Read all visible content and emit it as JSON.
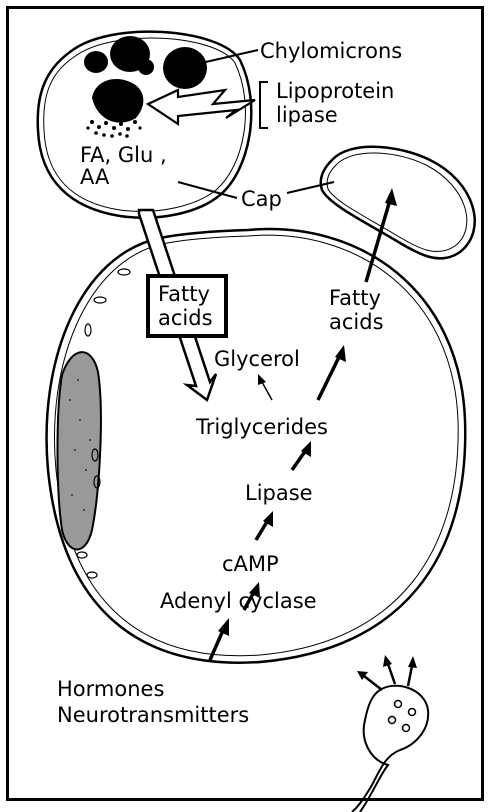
{
  "labels": {
    "chylomicrons": "Chylomicrons",
    "lipoprotein_1": "Lipoprotein",
    "lipoprotein_2": "lipase",
    "fa_glu": "FA, Glu ,",
    "aa": "AA",
    "cap": "Cap",
    "fatty_acids_in_1": "Fatty",
    "fatty_acids_in_2": "acids",
    "fatty_acids_out_1": "Fatty",
    "fatty_acids_out_2": "acids",
    "glycerol": "Glycerol",
    "triglycerides": "Triglycerides",
    "lipase": "Lipase",
    "camp": "cAMP",
    "adenyl_cyclase": "Adenyl cyclase",
    "hormones": "Hormones",
    "neurotransmitters": "Neurotransmitters"
  },
  "colors": {
    "ink": "#000000",
    "paper": "#ffffff"
  }
}
